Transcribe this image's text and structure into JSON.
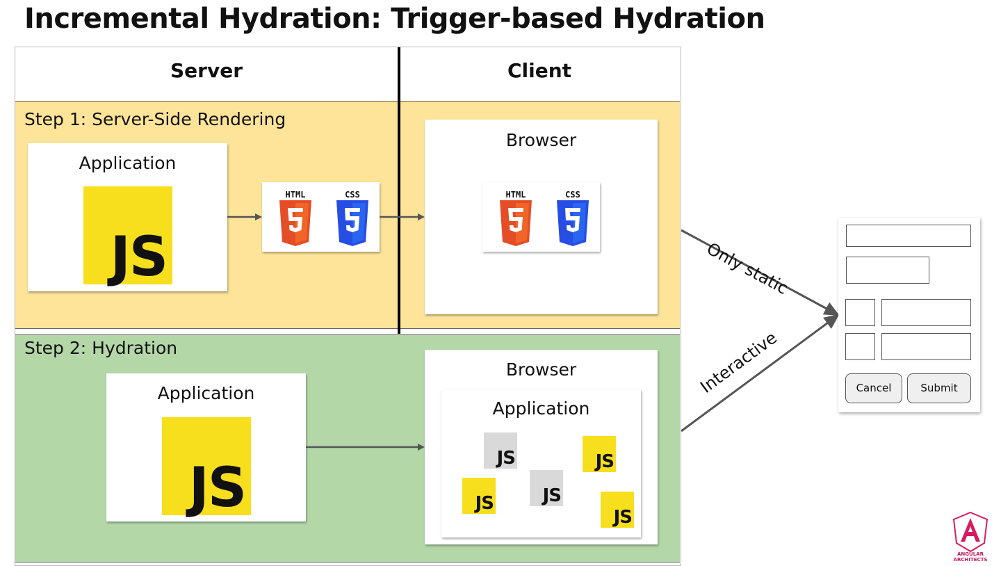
{
  "title": "Incremental Hydration: Trigger-based Hydration",
  "columns": {
    "server": "Server",
    "client": "Client"
  },
  "step1": {
    "label": "Step 1: Server-Side Rendering",
    "app_label": "Application",
    "js_label": "JS",
    "html_badge": "HTML",
    "css_badge": "CSS",
    "browser_label": "Browser"
  },
  "step2": {
    "label": "Step 2: Hydration",
    "app_label": "Application",
    "js_label": "JS",
    "browser_label": "Browser",
    "inner_app_label": "Application",
    "chunks": [
      {
        "label": "JS",
        "style": "gray"
      },
      {
        "label": "JS",
        "style": "yellow"
      },
      {
        "label": "JS",
        "style": "yellow"
      },
      {
        "label": "JS",
        "style": "gray"
      },
      {
        "label": "JS",
        "style": "yellow"
      }
    ]
  },
  "arrows": {
    "static": "Only static",
    "interactive": "Interactive"
  },
  "form": {
    "cancel": "Cancel",
    "submit": "Submit"
  },
  "logo": {
    "text": "ANGULAR ARCHITECTS"
  },
  "colors": {
    "step1_bg": "#fde499",
    "step2_bg": "#b4d7a8",
    "js_yellow": "#f7df1e",
    "html5_orange": "#e44d26",
    "css3_blue": "#264de4"
  },
  "icons": [
    "html5-icon",
    "css3-icon",
    "angular-architects-logo"
  ]
}
